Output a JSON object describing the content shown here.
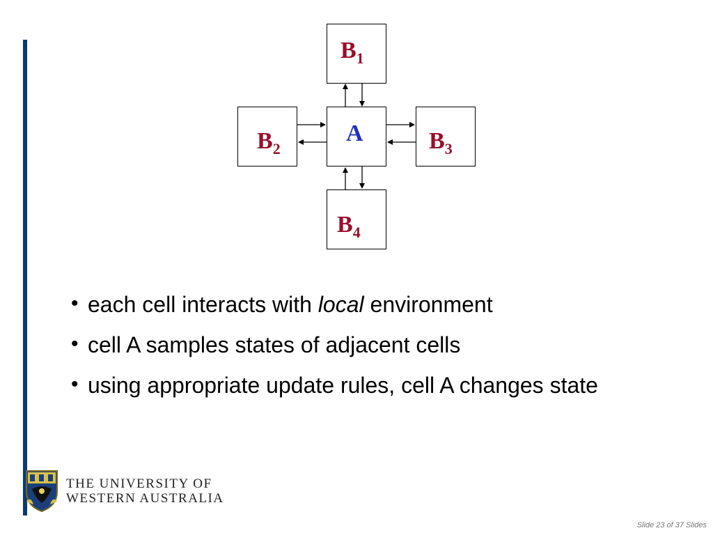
{
  "diagram": {
    "center": {
      "label": "A"
    },
    "neighbors": [
      {
        "id": "top",
        "base": "B",
        "sub": "1"
      },
      {
        "id": "left",
        "base": "B",
        "sub": "2"
      },
      {
        "id": "right",
        "base": "B",
        "sub": "3"
      },
      {
        "id": "bottom",
        "base": "B",
        "sub": "4"
      }
    ]
  },
  "bullets": [
    {
      "before": "each cell interacts with ",
      "emphasis": "local",
      "after": " environment"
    },
    {
      "before": "cell A samples states of adjacent cells",
      "emphasis": "",
      "after": ""
    },
    {
      "before": "using appropriate update rules, cell A changes state",
      "emphasis": "",
      "after": ""
    }
  ],
  "footer": {
    "university_line1": "THE UNIVERSITY OF",
    "university_line2": "WESTERN AUSTRALIA",
    "slide_counter": "Slide 23 of 37 Slides"
  },
  "colors": {
    "accent_bar": "#0b3a6e",
    "neighbor_label": "#9a0f2a",
    "center_label": "#2330b8"
  }
}
